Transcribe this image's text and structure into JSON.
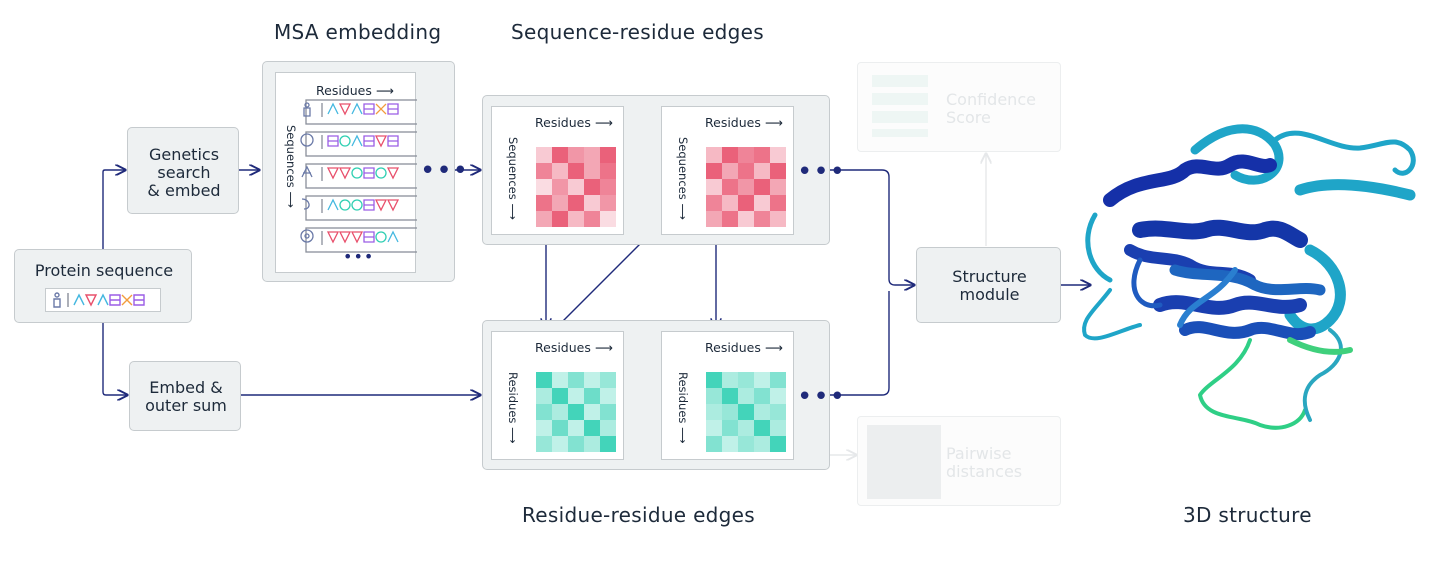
{
  "titles": {
    "msa": "MSA embedding",
    "seq_res": "Sequence-residue edges",
    "res_res": "Residue-residue edges",
    "structure": "3D structure"
  },
  "boxes": {
    "protein": "Protein sequence",
    "genetics": "Genetics\nsearch\n& embed",
    "embed": "Embed &\nouter sum",
    "structure_module": "Structure\nmodule",
    "confidence": "Confidence\nScore",
    "pairwise": "Pairwise\ndistances"
  },
  "axis": {
    "residues": "Residues ⟶",
    "sequences": "Sequences ⟶",
    "residues_v": "Residues ⟶"
  },
  "ellipsis": "•••",
  "colors": {
    "arrow": "#1f2a7a",
    "pink": "#e8506c",
    "teal": "#2fcfb2",
    "protein_dark": "#1530a8",
    "protein_light": "#1fa5c8",
    "protein_green": "#3ed06c"
  },
  "heatmaps": {
    "seq_res_1": [
      [
        0.3,
        0.9,
        0.6,
        0.5,
        0.9
      ],
      [
        0.7,
        0.4,
        0.9,
        0.5,
        0.8
      ],
      [
        0.2,
        0.6,
        0.3,
        0.9,
        0.7
      ],
      [
        0.8,
        0.5,
        0.9,
        0.3,
        0.6
      ],
      [
        0.5,
        0.9,
        0.4,
        0.7,
        0.2
      ]
    ],
    "seq_res_2": [
      [
        0.4,
        0.9,
        0.7,
        0.8,
        0.3
      ],
      [
        0.9,
        0.5,
        0.8,
        0.4,
        0.9
      ],
      [
        0.3,
        0.8,
        0.6,
        0.9,
        0.5
      ],
      [
        0.7,
        0.4,
        0.9,
        0.3,
        0.8
      ],
      [
        0.5,
        0.8,
        0.3,
        0.7,
        0.4
      ]
    ],
    "res_res_1": [
      [
        0.9,
        0.3,
        0.6,
        0.3,
        0.5
      ],
      [
        0.4,
        0.9,
        0.3,
        0.7,
        0.3
      ],
      [
        0.6,
        0.4,
        0.9,
        0.3,
        0.6
      ],
      [
        0.3,
        0.7,
        0.3,
        0.9,
        0.4
      ],
      [
        0.5,
        0.3,
        0.6,
        0.4,
        0.9
      ]
    ],
    "res_res_2": [
      [
        0.9,
        0.4,
        0.5,
        0.3,
        0.6
      ],
      [
        0.5,
        0.9,
        0.4,
        0.6,
        0.3
      ],
      [
        0.4,
        0.5,
        0.9,
        0.4,
        0.5
      ],
      [
        0.3,
        0.6,
        0.4,
        0.9,
        0.4
      ],
      [
        0.6,
        0.3,
        0.5,
        0.4,
        0.9
      ]
    ]
  }
}
